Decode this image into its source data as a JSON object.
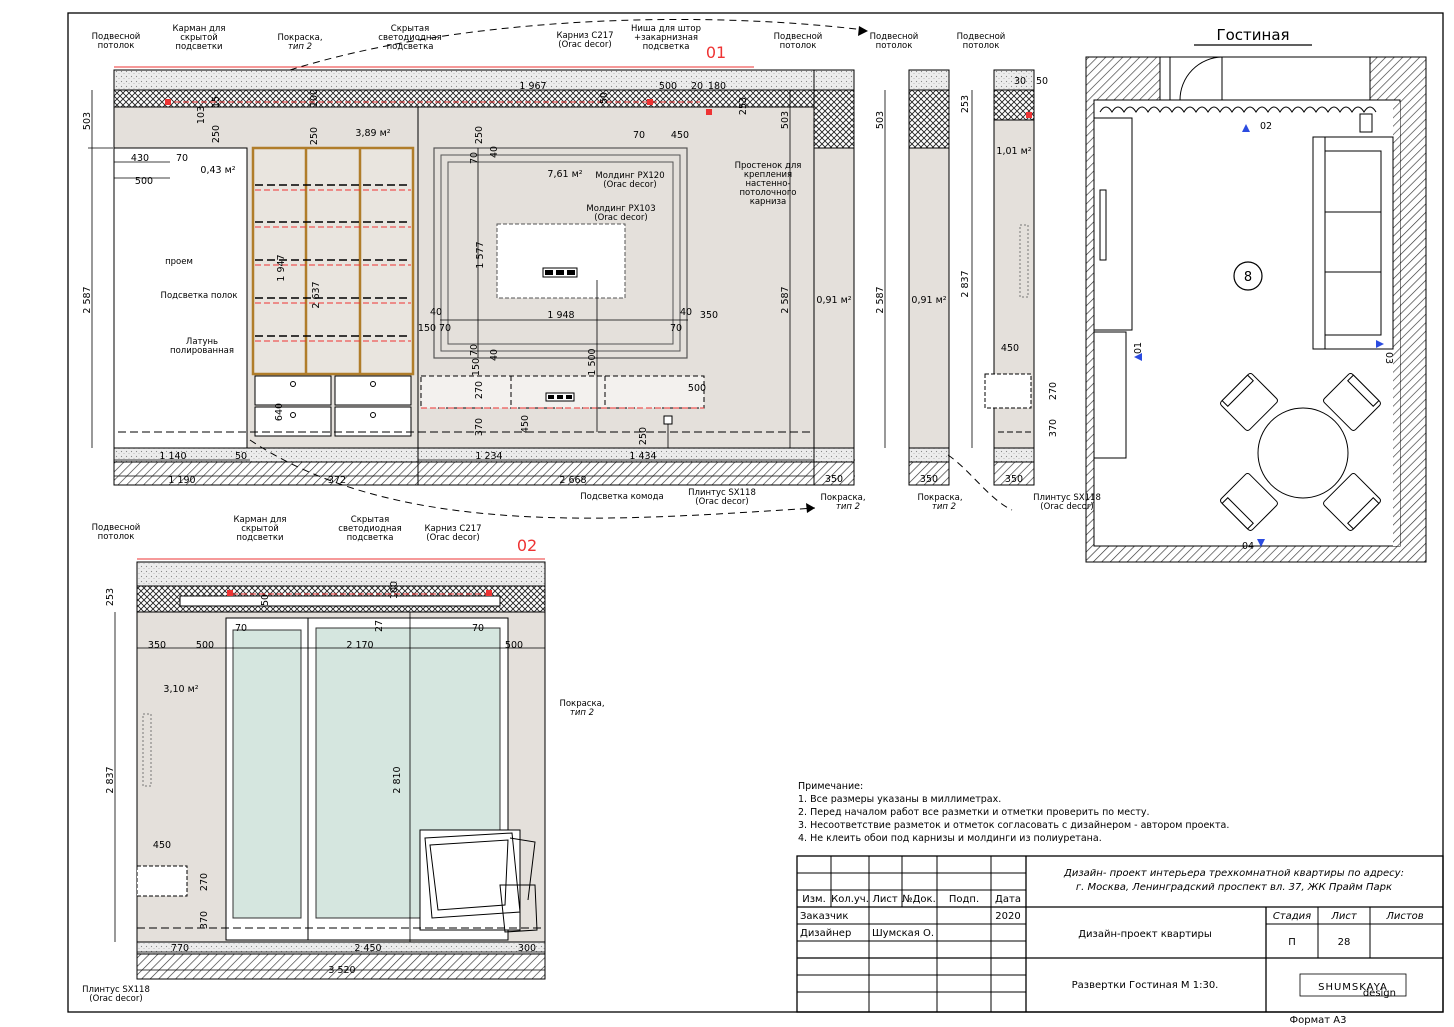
{
  "room": {
    "title": "Гостиная",
    "number": "8"
  },
  "views": {
    "v01": "01",
    "v02": "02",
    "mark02": "02",
    "mark01": "01",
    "mark03": "03",
    "mark04": "04"
  },
  "labels": {
    "podvesnoy": [
      "Подвесной",
      "потолок"
    ],
    "karman": [
      "Карман для",
      "скрытой",
      "подсветки"
    ],
    "pokraska2": [
      "Покраска,",
      "тип 2"
    ],
    "skrytaya": [
      "Скрытая",
      "светодиодная",
      "подсветка"
    ],
    "karniz": [
      "Карниз С217",
      "(Orac decor)"
    ],
    "nisha": [
      "Ниша для штор",
      "+закарнизная",
      "подсветка"
    ],
    "prostenok": [
      "Простенок для",
      "крепления",
      "настенно-",
      "потолочного",
      "карниза"
    ],
    "molding120": [
      "Молдинг PX120",
      "(Orac decor)"
    ],
    "molding103": [
      "Молдинг PX103",
      "(Orac decor)"
    ],
    "proem": "проем",
    "podsvetka_polok": "Подсветка полок",
    "latun": [
      "Латунь",
      "полированная"
    ],
    "podsvetka_komoda": "Подсветка комода",
    "plintus": [
      "Плинтус SX118",
      "(Orac decor)"
    ],
    "area_389": "3,89 м²",
    "area_043": "0,43 м²",
    "area_761": "7,61 м²",
    "area_091a": "0,91 м²",
    "area_091b": "0,91 м²",
    "area_101": "1,01 м²",
    "area_310": "3,10 м²"
  },
  "dims01": {
    "d503": "503",
    "d2587": "2 587",
    "d430": "430",
    "d70": "70",
    "d500": "500",
    "d103": "103",
    "d250": "250",
    "d15": "15",
    "d100": "100",
    "d50": "50",
    "d1967": "1 967",
    "d500b": "500",
    "d20": "20",
    "d180": "180",
    "d253": "253",
    "d450": "450",
    "d1947": "1 947",
    "d2637": "2 637",
    "d640": "640",
    "d1577": "1 577",
    "d40": "40",
    "d1948": "1 948",
    "d150": "150",
    "d350": "350",
    "d1500": "1 500",
    "d270": "270",
    "d370": "370",
    "d1140": "1 140",
    "d1190": "1 190",
    "d372": "372",
    "d1234": "1 234",
    "d2668": "2 668",
    "d1434": "1 434"
  },
  "dimsSide": {
    "d503a": "503",
    "d2587a": "2 587",
    "d350a": "350",
    "d503b": "503",
    "d2587b": "2 587",
    "d350b": "350",
    "d30": "30",
    "d50": "50",
    "d253": "253",
    "d2837": "2 837",
    "d450": "450",
    "d270": "270",
    "d370": "370",
    "d350c": "350"
  },
  "dims02": {
    "d253": "253",
    "d2837": "2 837",
    "d350": "350",
    "d500": "500",
    "d70": "70",
    "d2170": "2 170",
    "d27": "27",
    "d70b": "70",
    "d500b": "500",
    "d2810": "2 810",
    "d450": "450",
    "d270": "270",
    "d370": "370",
    "d770": "770",
    "d2450": "2 450",
    "d300": "300",
    "d3520": "3 520",
    "d50": "50",
    "d100": "100"
  },
  "notes": {
    "heading": "Примечание:",
    "items": [
      "1. Все размеры указаны в миллиметрах.",
      "2. Перед началом работ все разметки и отметки проверить по месту.",
      "3. Несоответствие разметок и отметок согласовать с дизайнером - автором проекта.",
      "4. Не клеить обои под карнизы и молдинги из полиуретана."
    ]
  },
  "titleblock": {
    "project": [
      "Дизайн- проект интерьера трехкомнатной квартиры по адресу:",
      "г. Москва, Ленинградский проспект вл. 37, ЖК Прайм Парк"
    ],
    "headers": [
      "Изм.",
      "Кол.уч.",
      "Лист",
      "№Док.",
      "Подп.",
      "Дата"
    ],
    "zakazchik": "Заказчик",
    "year": "2020",
    "designer": "Дизайнер",
    "designer_name": "Шумская О.",
    "design_project": "Дизайн-проект квартиры",
    "stage_h": "Стадия",
    "sheet_h": "Лист",
    "sheets_h": "Листов",
    "stage": "П",
    "sheet": "28",
    "sheet_title": "Развертки Гостиная М 1:30.",
    "logo": "SHUMSKAYA",
    "logo_sub": "design",
    "format": "Формат А3"
  }
}
